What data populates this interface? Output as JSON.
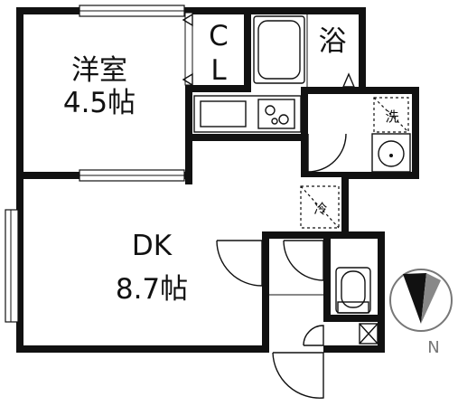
{
  "rooms": {
    "western": {
      "name": "洋室",
      "size": "4.5帖"
    },
    "closet": {
      "c": "C",
      "l": "L"
    },
    "bath": {
      "name": "浴"
    },
    "washer": {
      "name": "洗"
    },
    "fridge": {
      "name": "冷"
    },
    "dk": {
      "name": "DK",
      "size": "8.7帖"
    }
  },
  "compass": {
    "label": "N"
  }
}
